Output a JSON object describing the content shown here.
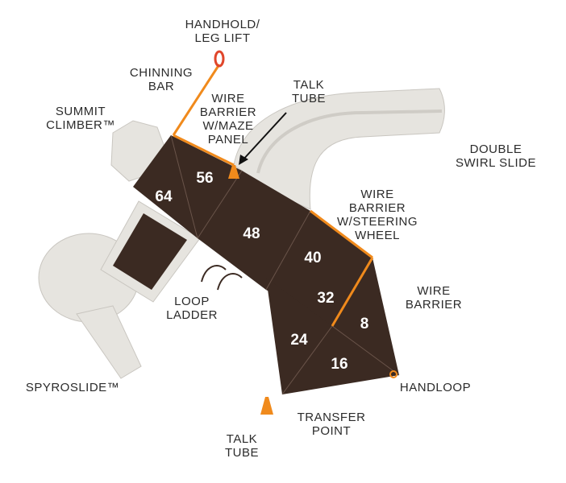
{
  "colors": {
    "deck": "#3b2a22",
    "slide": "#e6e4df",
    "accent": "#f08a1c",
    "text": "#2b2b2b"
  },
  "labels": {
    "handhold": [
      "HANDHOLD/",
      "LEG LIFT"
    ],
    "chinning_bar": [
      "CHINNING",
      "BAR"
    ],
    "summit_climber": [
      "SUMMIT",
      "CLIMBER™"
    ],
    "wire_barrier_maze": [
      "WIRE",
      "BARRIER",
      "W/MAZE",
      "PANEL"
    ],
    "talk_tube_top": [
      "TALK",
      "TUBE"
    ],
    "double_swirl_slide": [
      "DOUBLE",
      "SWIRL SLIDE"
    ],
    "wire_barrier_steering": [
      "WIRE",
      "BARRIER",
      "W/STEERING",
      "WHEEL"
    ],
    "wire_barrier": [
      "WIRE",
      "BARRIER"
    ],
    "loop_ladder": [
      "LOOP",
      "LADDER"
    ],
    "spyroslide": [
      "SPYROSLIDE™"
    ],
    "handloop": [
      "HANDLOOP"
    ],
    "transfer_point": [
      "TRANSFER",
      "POINT"
    ],
    "talk_tube_bottom": [
      "TALK",
      "TUBE"
    ]
  },
  "deck_heights": [
    "64",
    "56",
    "48",
    "40",
    "32",
    "8",
    "24",
    "16"
  ]
}
